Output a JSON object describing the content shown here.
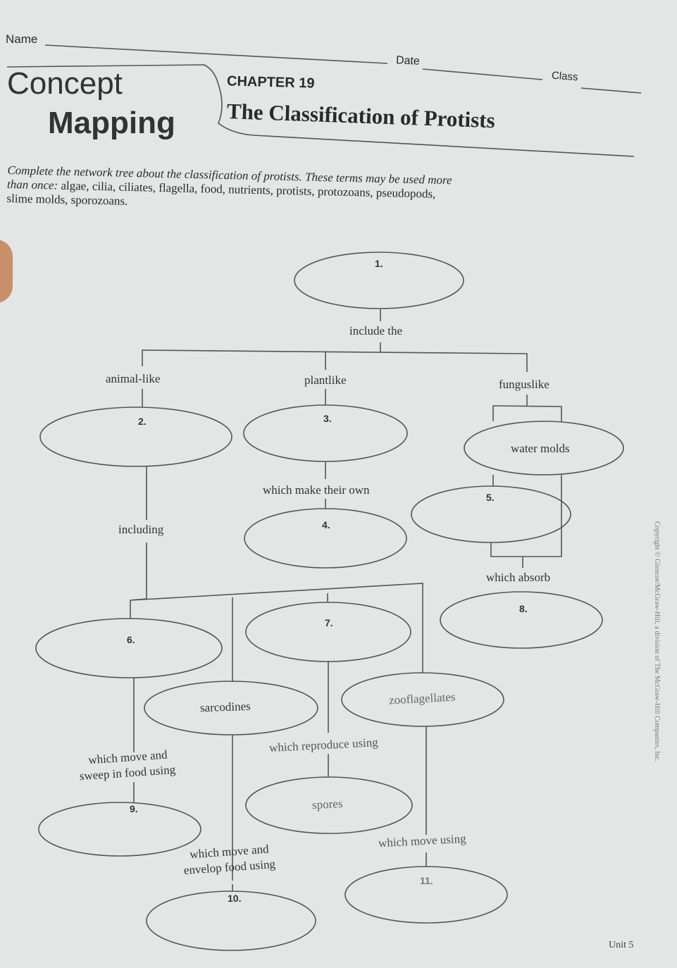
{
  "header": {
    "name_label": "Name",
    "date_label": "Date",
    "class_label": "Class",
    "concept": "Concept",
    "mapping": "Mapping",
    "chapter": "CHAPTER 19",
    "title": "The Classification of Protists"
  },
  "instructions": {
    "line1": "Complete the network tree about the classification of protists. These terms may be used more",
    "line2_italic": "than once:",
    "line2_terms": " algae, cilia, ciliates, flagella, food, nutrients, protists, protozoans, pseudopods,",
    "line3": "slime molds, sporozoans."
  },
  "map": {
    "n1": "1.",
    "n2": "2.",
    "n3": "3.",
    "n4": "4.",
    "n5": "5.",
    "n6": "6.",
    "n7": "7.",
    "n8": "8.",
    "n9": "9.",
    "n10": "10.",
    "n11": "11.",
    "include_the": "include the",
    "animal_like": "animal-like",
    "plantlike": "plantlike",
    "funguslike": "funguslike",
    "water_molds": "water molds",
    "which_make_their_own": "which make their own",
    "including": "including",
    "which_absorb": "which absorb",
    "sarcodines": "sarcodines",
    "zooflagellates": "zooflagellates",
    "which_reproduce_using": "which reproduce using",
    "spores": "spores",
    "which_move_sweep_1": "which move and",
    "which_move_sweep_2": "sweep in food using",
    "which_move_envelop_1": "which move and",
    "which_move_envelop_2": "envelop food using",
    "which_move_using": "which move using"
  },
  "footer": {
    "copyright": "Copyright © Glencoe/McGraw-Hill, a division of The McGraw-Hill Companies, Inc.",
    "unit": "Unit 5"
  }
}
